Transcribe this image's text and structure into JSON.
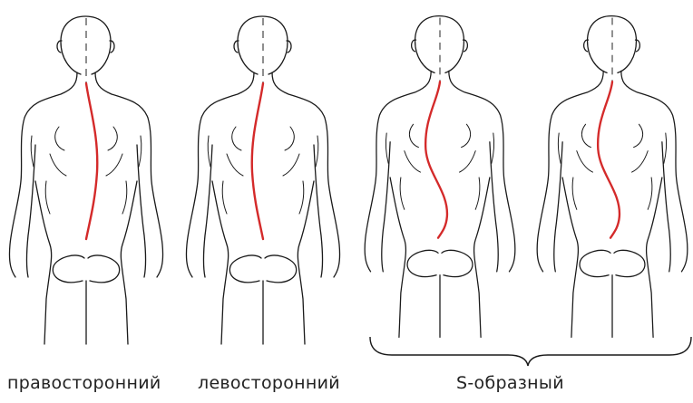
{
  "labels": {
    "right_sided": "правосторонний",
    "left_sided": "левосторонний",
    "s_shaped": "S-образный"
  },
  "colors": {
    "outline": "#1a1a1a",
    "spine": "#d42a2a",
    "midline": "#333333"
  },
  "figures": [
    {
      "name": "figure-right-sided",
      "curve": "right-sided"
    },
    {
      "name": "figure-left-sided",
      "curve": "left-sided"
    },
    {
      "name": "figure-s-shaped-1",
      "curve": "s-shaped"
    },
    {
      "name": "figure-s-shaped-2",
      "curve": "s-shaped"
    }
  ]
}
